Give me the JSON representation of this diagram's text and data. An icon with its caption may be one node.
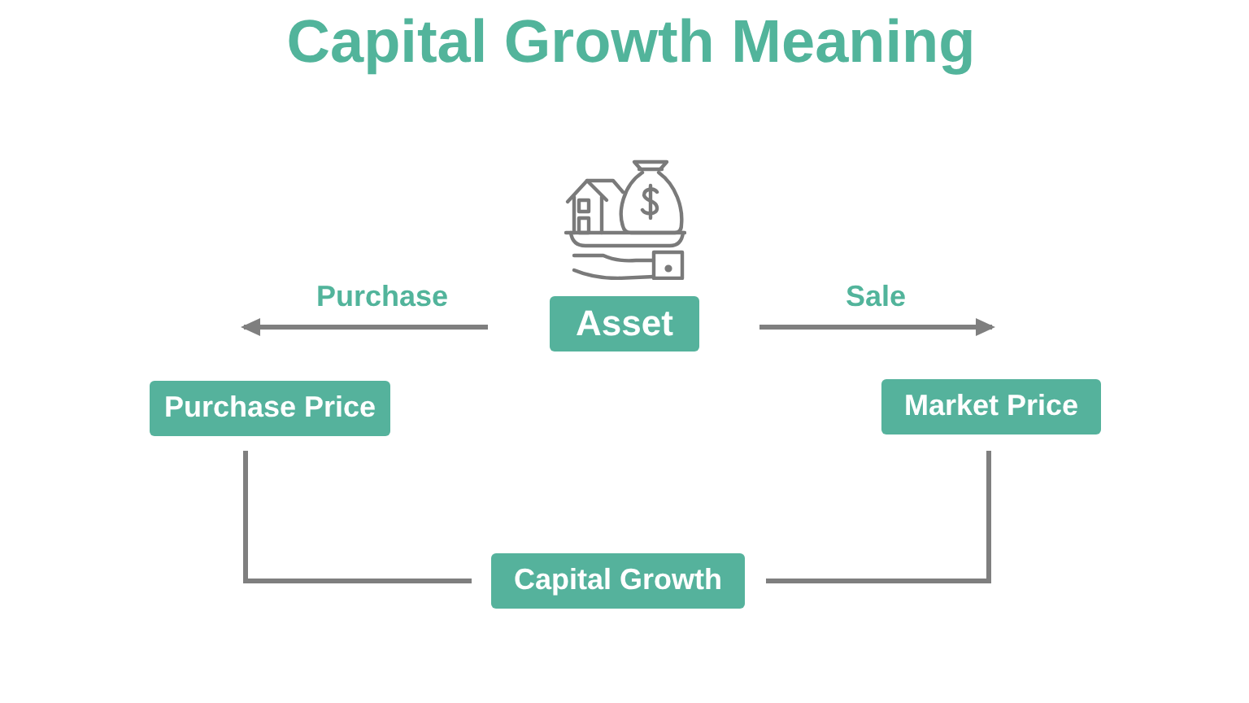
{
  "diagram": {
    "title": "Capital Growth Meaning",
    "nodes": [
      {
        "text": [
          "Asset"
        ]
      },
      {
        "text": [
          "Purchase Price"
        ]
      },
      {
        "text": [
          "Market Price"
        ]
      },
      {
        "text": [
          "Capital Growth"
        ]
      }
    ],
    "edges": [
      {
        "from": 0,
        "to": 1,
        "arrow": "to",
        "label": "Purchase"
      },
      {
        "from": 0,
        "to": 2,
        "arrow": "to",
        "label": "Sale"
      },
      {
        "from": 1,
        "to": 3,
        "arrow": "none"
      },
      {
        "from": 2,
        "to": 3,
        "arrow": "none"
      }
    ]
  }
}
